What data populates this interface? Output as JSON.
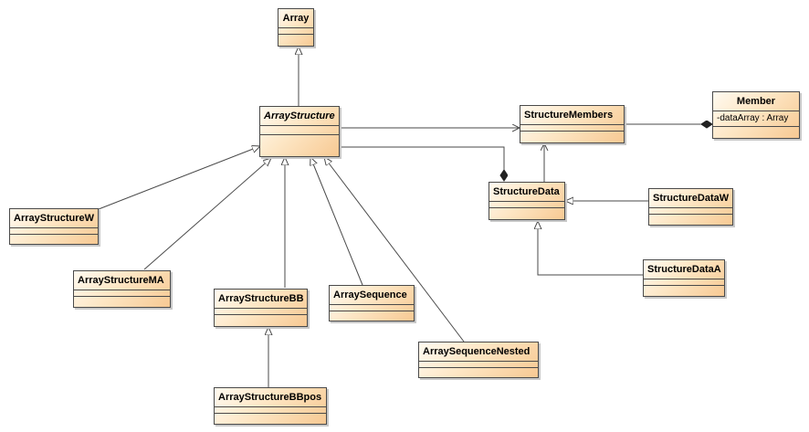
{
  "diagram": {
    "classes": {
      "array": {
        "name": "Array"
      },
      "array_structure": {
        "name": "ArrayStructure"
      },
      "structure_members": {
        "name": "StructureMembers"
      },
      "member": {
        "name": "Member",
        "attribute": "-dataArray : Array"
      },
      "structure_data": {
        "name": "StructureData"
      },
      "structure_data_w": {
        "name": "StructureDataW"
      },
      "structure_data_a": {
        "name": "StructureDataA"
      },
      "array_structure_w": {
        "name": "ArrayStructureW"
      },
      "array_structure_ma": {
        "name": "ArrayStructureMA"
      },
      "array_structure_bb": {
        "name": "ArrayStructureBB"
      },
      "array_sequence": {
        "name": "ArraySequence"
      },
      "array_sequence_nested": {
        "name": "ArraySequenceNested"
      },
      "array_structure_bbpos": {
        "name": "ArrayStructureBBpos"
      }
    },
    "colors": {
      "line": "#4a4a4a",
      "fill_light": "#fffaf0",
      "fill_dark": "#f7c993"
    }
  }
}
